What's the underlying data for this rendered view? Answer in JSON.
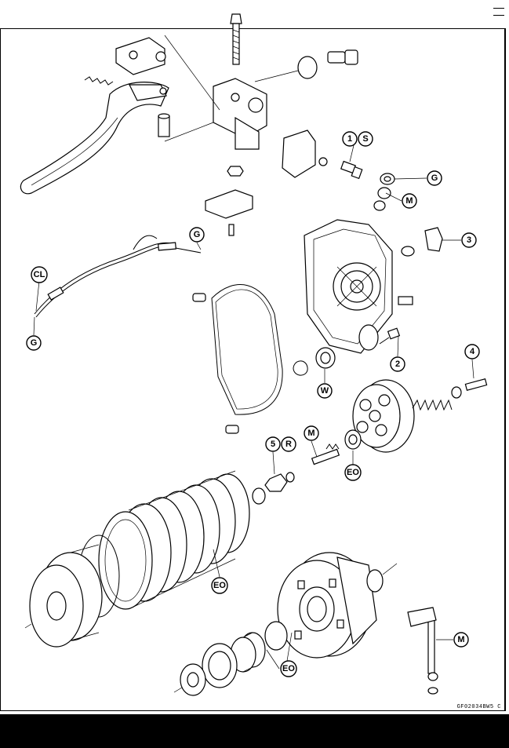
{
  "diagram": {
    "callouts": {
      "c1": "1",
      "s": "S",
      "g1": "G",
      "m1": "M",
      "c3": "3",
      "g2": "G",
      "cl": "CL",
      "g3": "G",
      "c2": "2",
      "w": "W",
      "c4": "4",
      "c5": "5",
      "r": "R",
      "m2": "M",
      "eo1": "EO",
      "eo2": "EO",
      "eo3": "EO",
      "m3": "M"
    },
    "figure_code": "GF02034BW5 C"
  },
  "colors": {
    "ink": "#000000",
    "paper": "#ffffff"
  }
}
